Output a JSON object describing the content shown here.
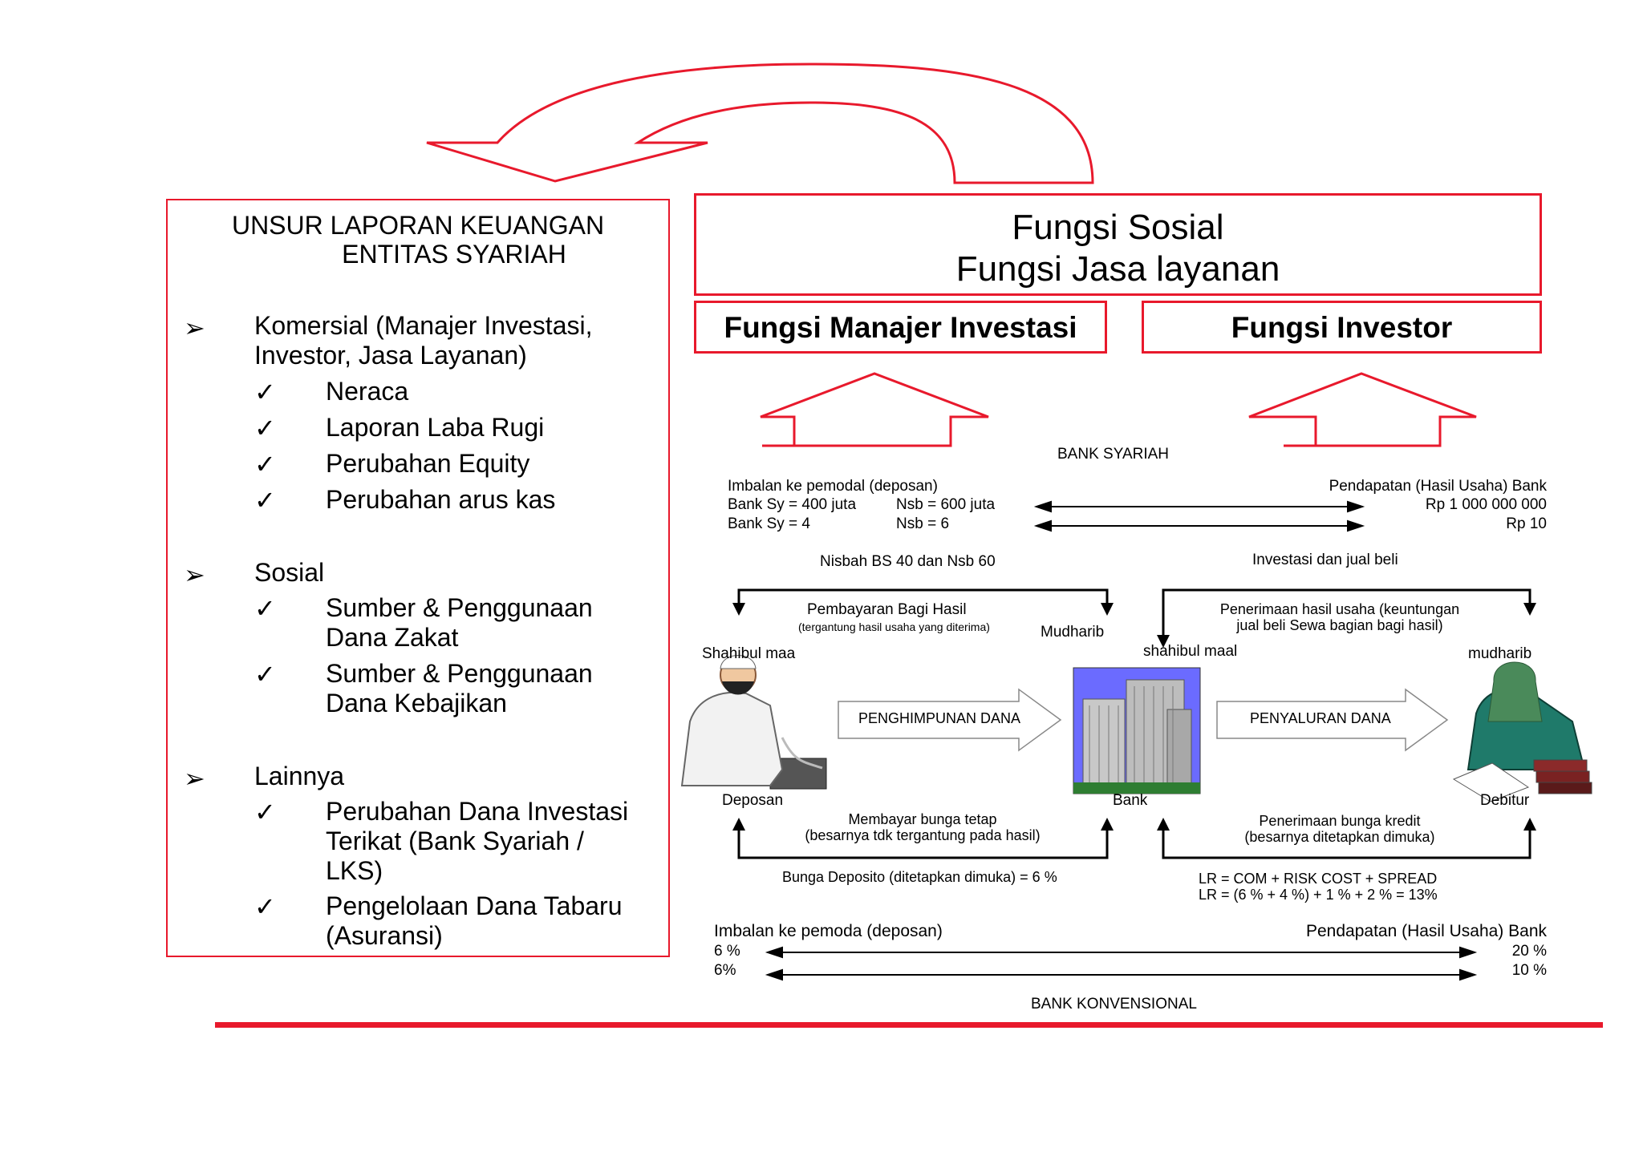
{
  "left_panel": {
    "title_line1": "UNSUR LAPORAN KEUANGAN",
    "title_line2": "ENTITAS SYARIAH",
    "sections": [
      {
        "heading_line1": "Komersial (Manajer Investasi,",
        "heading_line2": "Investor, Jasa Layanan)",
        "items": [
          "Neraca",
          "Laporan Laba Rugi",
          "Perubahan Equity",
          "Perubahan arus kas"
        ]
      },
      {
        "heading_line1": "Sosial",
        "items": [
          {
            "line1": "Sumber & Penggunaan",
            "line2": "Dana Zakat"
          },
          {
            "line1": "Sumber & Penggunaan",
            "line2": "Dana Kebajikan"
          }
        ]
      },
      {
        "heading_line1": "Lainnya",
        "items": [
          {
            "line1": "Perubahan Dana Investasi",
            "line2": "Terikat (Bank Syariah /",
            "line3": "LKS)"
          },
          {
            "line1": "Pengelolaan Dana Tabaru",
            "line2": "(Asuransi)"
          }
        ]
      }
    ],
    "bullet_symbol": "➢",
    "check_symbol": "✓"
  },
  "boxes": {
    "social_line1": "Fungsi Sosial",
    "social_line2": "Fungsi Jasa layanan",
    "manajer": "Fungsi Manajer Investasi",
    "investor": "Fungsi Investor"
  },
  "diagram": {
    "bank_syariah": "BANK SYARIAH",
    "imbalan_syariah": "Imbalan ke pemodal (deposan)",
    "bank_sy_1": "Bank Sy = 400 juta",
    "nsb_1": "Nsb = 600 juta",
    "bank_sy_2": "Bank Sy = 4",
    "nsb_2": "Nsb = 6",
    "pendapatan_syariah": "Pendapatan (Hasil Usaha) Bank",
    "rp_1": "Rp  1 000 000 000",
    "rp_2": "Rp  10",
    "nisbah": "Nisbah   BS 40 dan Nsb 60",
    "investasi": "Investasi dan jual beli",
    "pembayaran": "Pembayaran Bagi Hasil",
    "pembayaran_sub": "(tergantung hasil usaha yang diterima)",
    "penerimaan_line1": "Penerimaan hasil usaha (keuntungan",
    "penerimaan_line2": "jual beli  Sewa  bagian bagi hasil)",
    "shahibul_left": "Shahibul maa",
    "mudharib_center": "Mudharib",
    "shahibul_right": "shahibul maal",
    "mudharib_right": "mudharib",
    "penghimpunan": "PENGHIMPUNAN DANA",
    "penyaluran": "PENYALURAN DANA",
    "deposan": "Deposan",
    "bank": "Bank",
    "debitur": "Debitur",
    "membayar_line1": "Membayar bunga tetap",
    "membayar_line2": "(besarnya tdk tergantung pada hasil)",
    "penerimaan_bunga_line1": "Penerimaan bunga kredit",
    "penerimaan_bunga_line2": "(besarnya ditetapkan dimuka)",
    "bunga_deposito": "Bunga Deposito (ditetapkan dimuka) = 6 %",
    "lr_line1": "LR = COM + RISK COST + SPREAD",
    "lr_line2": "LR = (6 % + 4 %) + 1 % + 2 % = 13%",
    "imbalan_konv": "Imbalan ke pemoda  (deposan)",
    "konv_left_1": "6 %",
    "konv_left_2": "6%",
    "pendapatan_konv": "Pendapatan (Hasil Usaha) Bank",
    "konv_right_1": "20 %",
    "konv_right_2": "10 %",
    "bank_konvensional": "BANK KONVENSIONAL"
  },
  "colors": {
    "accent_red": "#e8192c",
    "building_bg": "#6b6bff"
  }
}
